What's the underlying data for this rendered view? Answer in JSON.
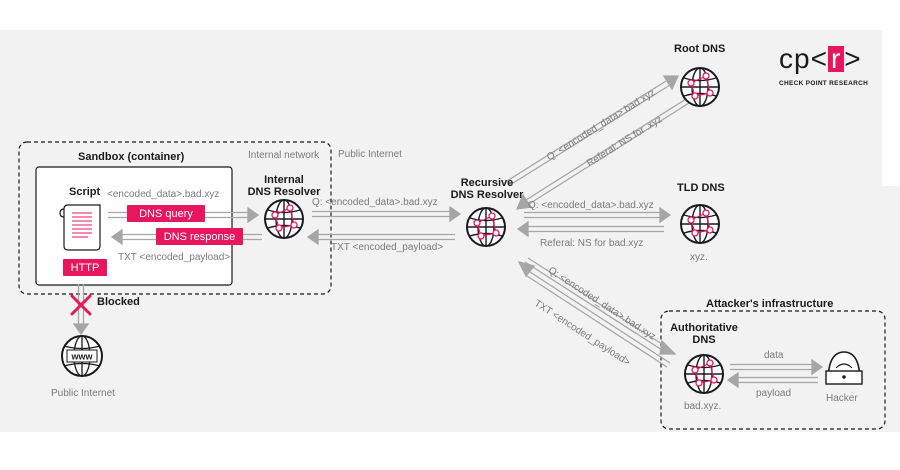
{
  "brand": {
    "logo_left": "cp<",
    "logo_r": "r",
    "logo_right": ">",
    "tagline": "CHECK POINT RESEARCH",
    "accent": "#e8175d",
    "arrow_color": "#a6a6a6"
  },
  "regions": {
    "sandbox": "Sandbox (container)",
    "internal_network": "Internal network",
    "public_internet": "Public Internet",
    "attacker_infra": "Attacker's infrastructure"
  },
  "nodes": {
    "script": "Script",
    "internal_resolver": [
      "Internal",
      "DNS Resolver"
    ],
    "recursive_resolver": [
      "Recursive",
      "DNS Resolver"
    ],
    "root_dns": "Root DNS",
    "tld_dns": "TLD DNS",
    "tld_zone": "xyz.",
    "authoritative_dns": [
      "Authoritative",
      "DNS"
    ],
    "authoritative_zone": "bad.xyz.",
    "hacker": "Hacker",
    "www": "www",
    "public_internet_caption": "Public Internet"
  },
  "pills": {
    "dns_query": "DNS query",
    "dns_response": "DNS response",
    "http": "HTTP"
  },
  "labels": {
    "blocked": "Blocked",
    "script_query": "<encoded_data>.bad.xyz",
    "script_response": "TXT <encoded_payload>",
    "internal_query": "Q: <encoded_data>.bad.xyz",
    "internal_response": "TXT <encoded_payload>",
    "root_query": "Q: <encoded_data>.bad.xyz",
    "root_referral": "Referal: NS for .xyz",
    "tld_query": "Q: <encoded_data>.bad.xyz",
    "tld_referral": "Referal: NS for bad.xyz",
    "auth_query": "Q: <encoded_data>.bad.xyz",
    "auth_response": "TXT <encoded_payload>",
    "data": "data",
    "payload": "payload"
  }
}
